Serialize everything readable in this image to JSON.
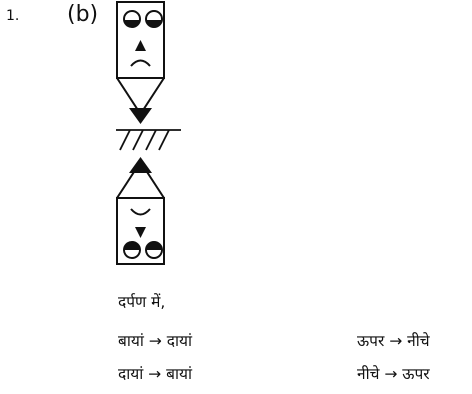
{
  "question": {
    "number": "1.",
    "option": "(b)"
  },
  "figure": {
    "elements": [
      "pencil-object",
      "mirror-surface",
      "pencil-image"
    ]
  },
  "explanation": {
    "heading": "दर्पण में,",
    "rows": [
      {
        "left": "बायां → दायां",
        "right": "ऊपर → नीचे"
      },
      {
        "left": "दायां → बायां",
        "right": "नीचे → ऊपर"
      }
    ]
  }
}
